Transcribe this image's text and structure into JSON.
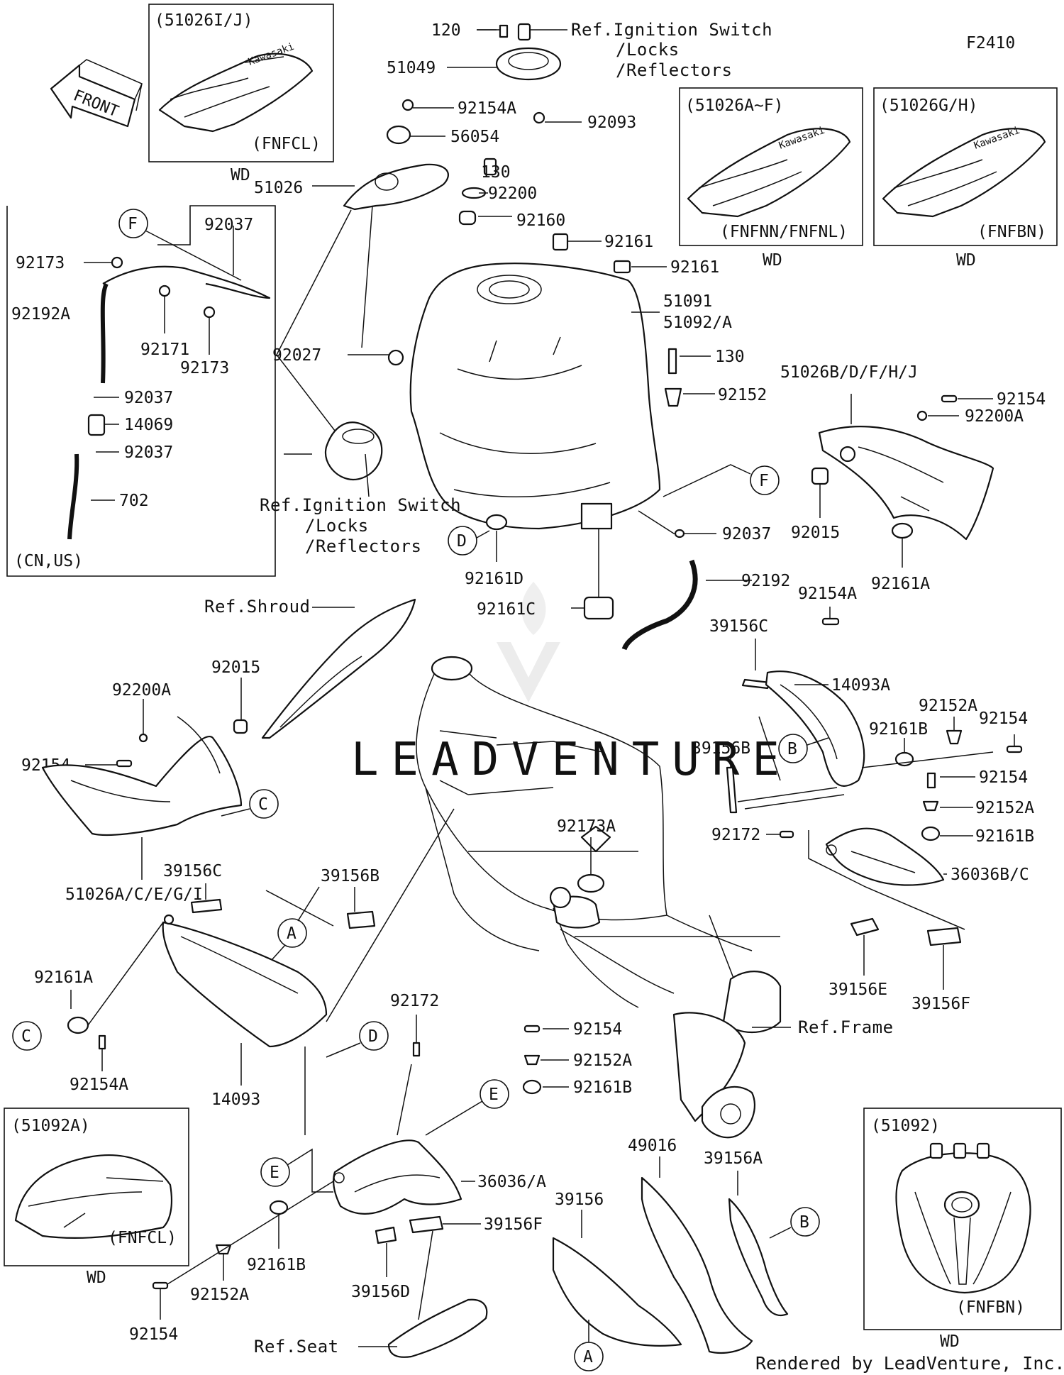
{
  "diagram_code": "F2410",
  "credit": "Rendered by LeadVenture, Inc.",
  "watermark": "LEADVENTURE",
  "front_label": "FRONT",
  "region_tag": "WD",
  "insets": {
    "top_left_code": "(51026I/J)",
    "top_left_variant": "(FNFCL)",
    "top_mid_code": "(51026A~F)",
    "top_mid_variant": "(FNFNN/FNFNL)",
    "top_right_code": "(51026G/H)",
    "top_right_variant": "(FNFBN)",
    "bottom_left_code": "(51092A)",
    "bottom_left_variant": "(FNFCL)",
    "bottom_right_code": "(51092)",
    "bottom_right_variant": "(FNFBN)",
    "hose_market": "(CN,US)"
  },
  "refs": {
    "ignition_top_1": "Ref.Ignition Switch",
    "ignition_top_2": "/Locks",
    "ignition_top_3": "/Reflectors",
    "ignition_mid_1": "Ref.Ignition Switch",
    "ignition_mid_2": "/Locks",
    "ignition_mid_3": "/Reflectors",
    "shroud": "Ref.Shroud",
    "frame": "Ref.Frame",
    "seat": "Ref.Seat"
  },
  "callouts": {
    "A": "A",
    "B": "B",
    "C": "C",
    "D": "D",
    "E": "E",
    "F": "F"
  },
  "parts": {
    "p120": "120",
    "p51049": "51049",
    "p92154A_top": "92154A",
    "p92093": "92093",
    "p56054": "56054",
    "p51026": "51026",
    "p130_top": "130",
    "p92200": "92200",
    "p92160": "92160",
    "p92161_a": "92161",
    "p92161_b": "92161",
    "p51091": "51091",
    "p51092A": "51092/A",
    "p130_mid": "130",
    "p92152": "92152",
    "p51026BDFHJ": "51026B/D/F/H/J",
    "p92154_r1": "92154",
    "p92200A_r": "92200A",
    "p92015_r": "92015",
    "p92161A_r": "92161A",
    "p92037_f1": "92037",
    "p92173_a": "92173",
    "p92192A": "92192A",
    "p92171": "92171",
    "p92173_b": "92173",
    "p92037_f2": "92037",
    "p14069": "14069",
    "p92037_f3": "92037",
    "p702": "702",
    "p92027": "92027",
    "p92161D": "92161D",
    "p92037_t": "92037",
    "p92192": "92192",
    "p92161C": "92161C",
    "p92154A_mid": "92154A",
    "p39156C_r": "39156C",
    "p14093A": "14093A",
    "p92154_r2": "92154",
    "p92152A_r1": "92152A",
    "p92161B_r1": "92161B",
    "p39156B_r": "39156B",
    "p92154_r3": "92154",
    "p92152A_r2": "92152A",
    "p92172_r": "92172",
    "p92161B_r2": "92161B",
    "p36036BC": "36036B/C",
    "p39156E": "39156E",
    "p39156F_r": "39156F",
    "p92200A_l": "92200A",
    "p92015_l": "92015",
    "p92154_l": "92154",
    "p51026ACEGI": "51026A/C/E/G/I",
    "p92173A": "92173A",
    "p39156C_l": "39156C",
    "p39156B_l": "39156B",
    "p92161A_l": "92161A",
    "p92172_l": "92172",
    "p92154A_l": "92154A",
    "p14093": "14093",
    "p92154_c": "92154",
    "p92152A_c": "92152A",
    "p92161B_c": "92161B",
    "p49016": "49016",
    "p39156A": "39156A",
    "p36036A": "36036/A",
    "p39156F_l": "39156F",
    "p39156": "39156",
    "p39156D": "39156D",
    "p92161B_b": "92161B",
    "p92152A_b": "92152A",
    "p92154_b": "92154"
  }
}
